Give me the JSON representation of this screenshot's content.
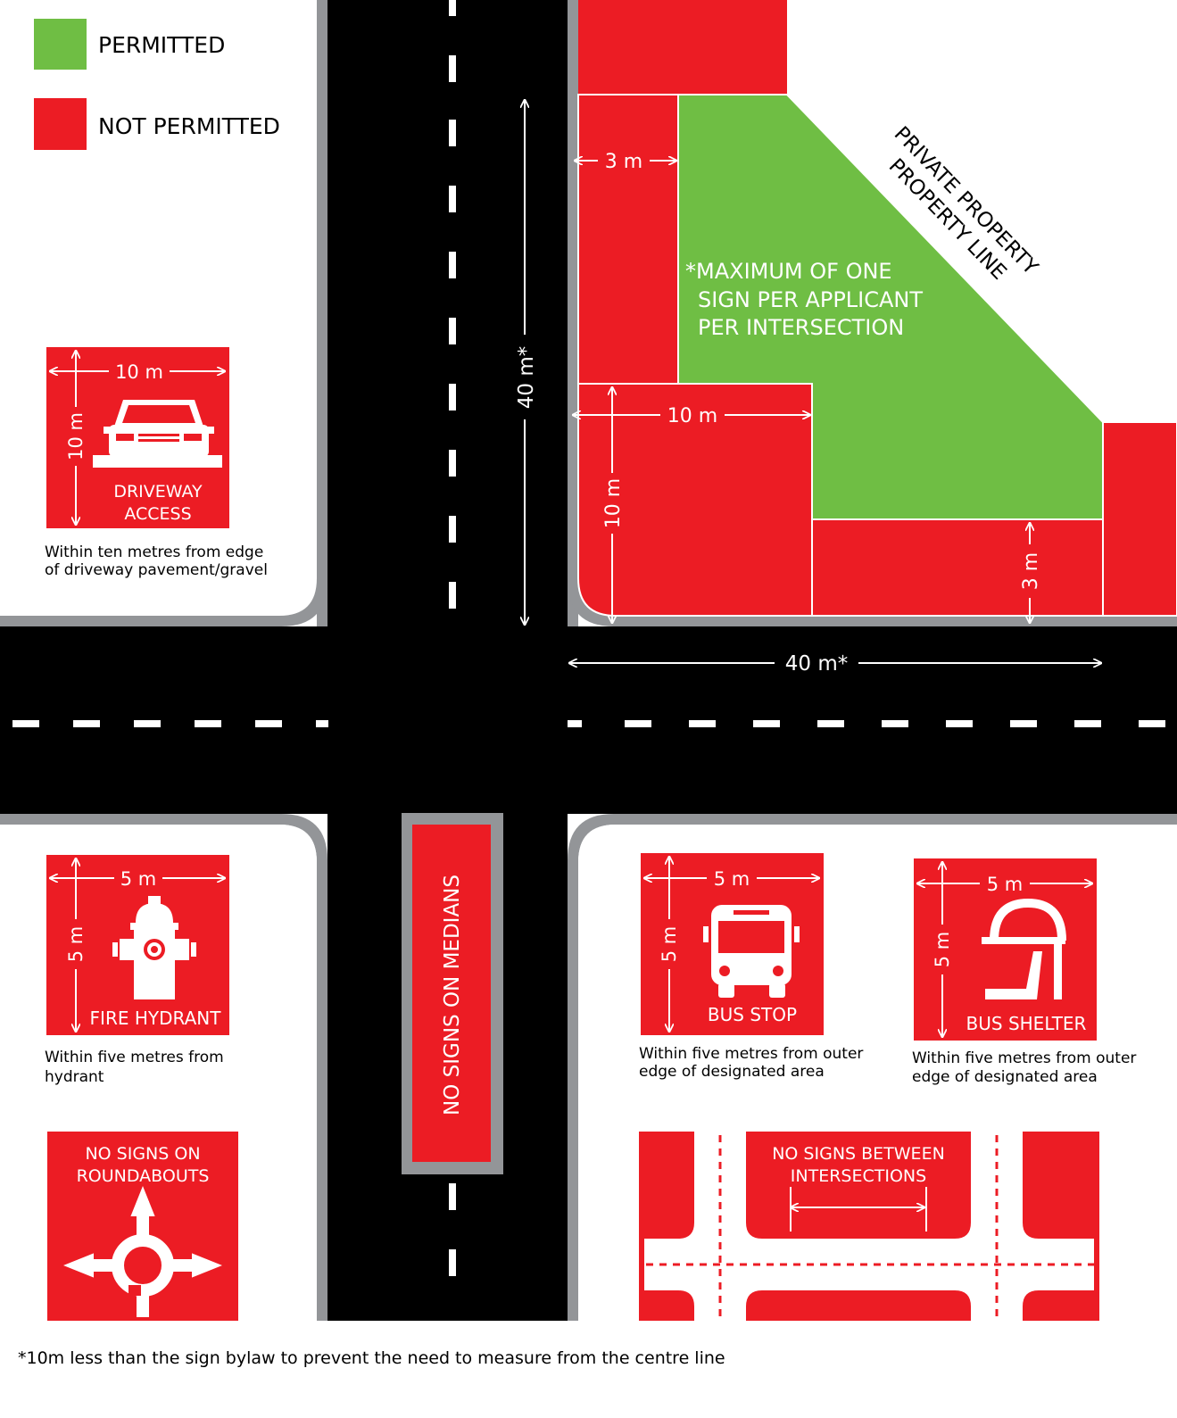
{
  "legend": {
    "permitted_label": "PERMITTED",
    "not_permitted_label": "NOT PERMITTED",
    "permitted_color": "#6fbe44",
    "not_permitted_color": "#ec1c24"
  },
  "colors": {
    "road": "#000000",
    "curb": "#939598",
    "ground": "#ffffff"
  },
  "corner_zone": {
    "dim_left_3m": "3 m",
    "note_line1": "*MAXIMUM OF ONE",
    "note_line2": "SIGN PER APPLICANT",
    "note_line3": "PER INTERSECTION",
    "property_line1": "PRIVATE PROPERTY",
    "property_line2": "PROPERTY LINE",
    "dim_10m_h": "10 m",
    "dim_10m_v": "10 m",
    "dim_3m_v": "3 m"
  },
  "dims": {
    "vertical_40m": "40 m*",
    "horizontal_40m": "40 m*"
  },
  "driveway": {
    "dim_h": "10 m",
    "dim_v": "10 m",
    "label_line1": "DRIVEWAY",
    "label_line2": "ACCESS",
    "icon": "car-icon",
    "caption_line1": "Within ten metres from edge",
    "caption_line2": "of driveway pavement/gravel"
  },
  "fire_hydrant": {
    "dim_h": "5 m",
    "dim_v": "5 m",
    "label": "FIRE HYDRANT",
    "icon": "fire-hydrant-icon",
    "caption_line1": "Within five metres from",
    "caption_line2": "hydrant"
  },
  "median": {
    "label": "NO SIGNS ON MEDIANS"
  },
  "bus_stop": {
    "dim_h": "5 m",
    "dim_v": "5 m",
    "label": "BUS STOP",
    "icon": "bus-icon",
    "caption_line1": "Within five metres from outer",
    "caption_line2": "edge of designated area"
  },
  "bus_shelter": {
    "dim_h": "5 m",
    "dim_v": "5 m",
    "label": "BUS SHELTER",
    "icon": "bus-shelter-icon",
    "caption_line1": "Within five metres from outer",
    "caption_line2": "edge of designated area"
  },
  "roundabout": {
    "label_line1": "NO SIGNS ON",
    "label_line2": "ROUNDABOUTS",
    "icon": "roundabout-icon"
  },
  "between": {
    "label_line1": "NO SIGNS BETWEEN",
    "label_line2": "INTERSECTIONS",
    "icon": "road-grid-icon"
  },
  "footnote": "*10m less than the sign bylaw to prevent the need to measure from the centre line"
}
